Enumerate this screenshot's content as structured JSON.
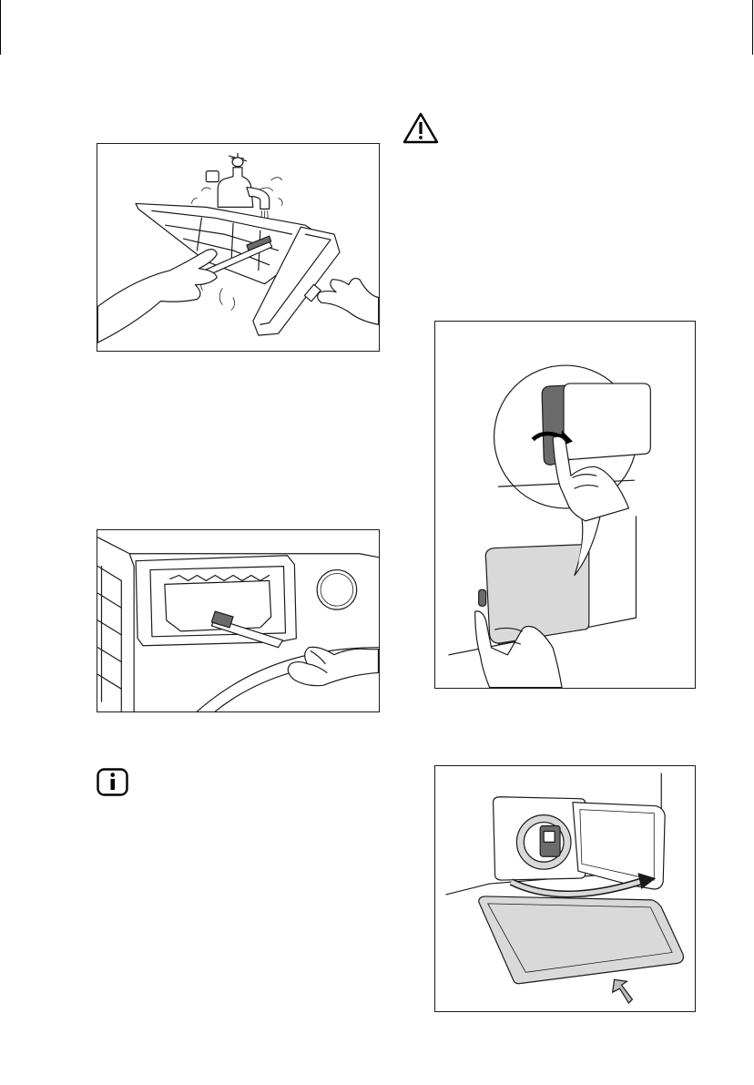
{
  "page": {
    "symbols": {
      "warning": "warning-triangle-icon",
      "info": "info-icon"
    },
    "figures": [
      "dispenser-drawer-rinsing-under-tap",
      "dispenser-recess-cleaning-with-brush",
      "filter-flap-opening",
      "filter-flap-removal-and-tray"
    ],
    "colors": {
      "line": "#1a1a1a",
      "fill_light": "#d9d9d9",
      "fill_dark": "#6b6b6b"
    }
  }
}
